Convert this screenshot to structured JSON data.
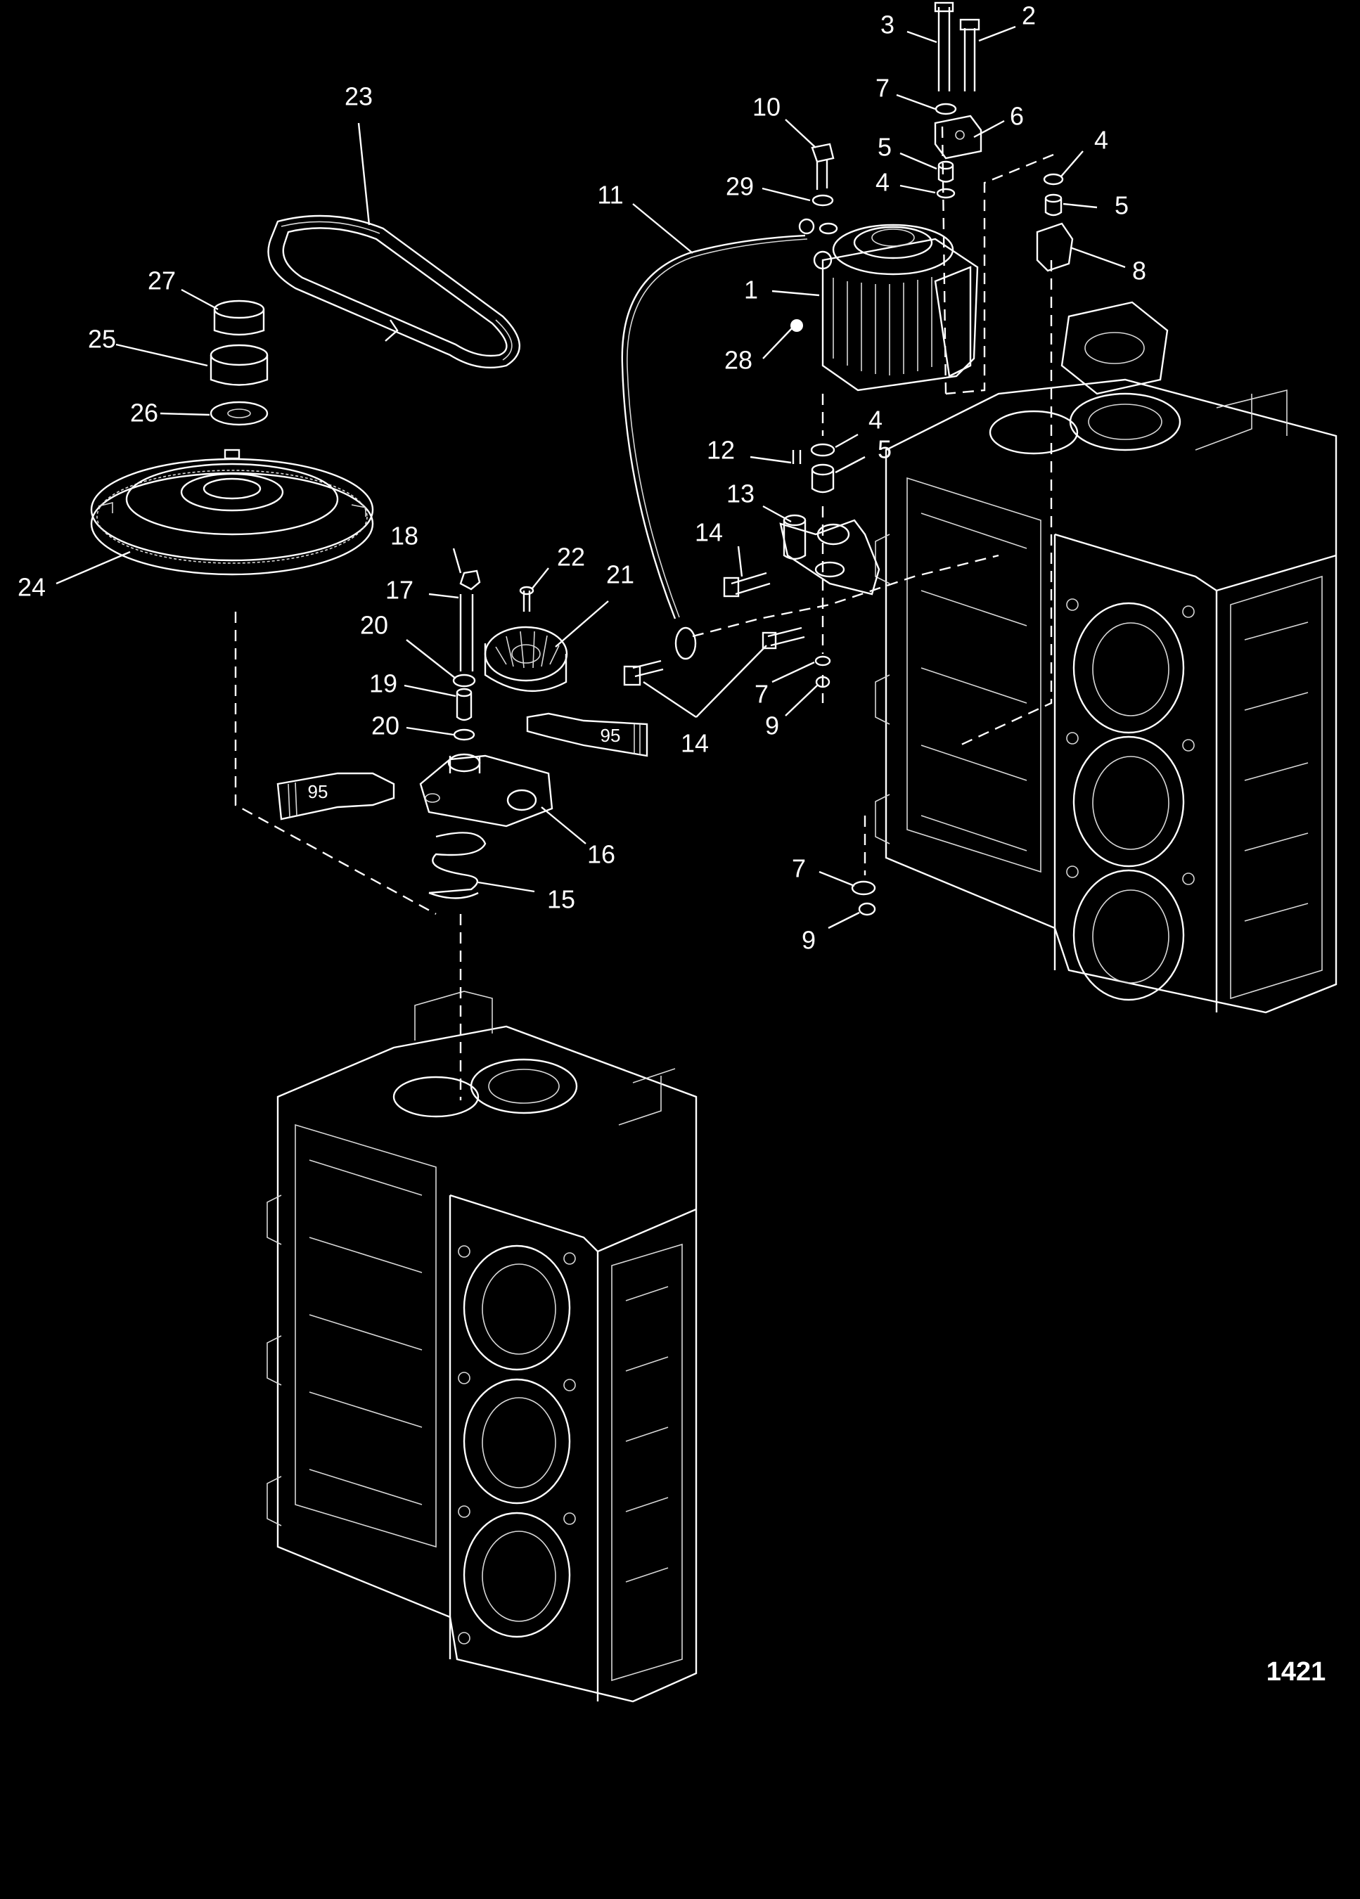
{
  "figure": {
    "number": "1421",
    "tube_label": "95"
  },
  "callouts": [
    {
      "id": "c1",
      "label": "1"
    },
    {
      "id": "c2",
      "label": "2"
    },
    {
      "id": "c3",
      "label": "3"
    },
    {
      "id": "c4a",
      "label": "4"
    },
    {
      "id": "c4b",
      "label": "4"
    },
    {
      "id": "c4c",
      "label": "4"
    },
    {
      "id": "c5a",
      "label": "5"
    },
    {
      "id": "c5b",
      "label": "5"
    },
    {
      "id": "c5c",
      "label": "5"
    },
    {
      "id": "c6",
      "label": "6"
    },
    {
      "id": "c7a",
      "label": "7"
    },
    {
      "id": "c7b",
      "label": "7"
    },
    {
      "id": "c7c",
      "label": "7"
    },
    {
      "id": "c8",
      "label": "8"
    },
    {
      "id": "c9a",
      "label": "9"
    },
    {
      "id": "c9b",
      "label": "9"
    },
    {
      "id": "c10",
      "label": "10"
    },
    {
      "id": "c11",
      "label": "11"
    },
    {
      "id": "c12",
      "label": "12"
    },
    {
      "id": "c13",
      "label": "13"
    },
    {
      "id": "c14a",
      "label": "14"
    },
    {
      "id": "c14b",
      "label": "14"
    },
    {
      "id": "c15",
      "label": "15"
    },
    {
      "id": "c16",
      "label": "16"
    },
    {
      "id": "c17",
      "label": "17"
    },
    {
      "id": "c18",
      "label": "18"
    },
    {
      "id": "c19",
      "label": "19"
    },
    {
      "id": "c20a",
      "label": "20"
    },
    {
      "id": "c20b",
      "label": "20"
    },
    {
      "id": "c21",
      "label": "21"
    },
    {
      "id": "c22",
      "label": "22"
    },
    {
      "id": "c23",
      "label": "23"
    },
    {
      "id": "c24",
      "label": "24"
    },
    {
      "id": "c25",
      "label": "25"
    },
    {
      "id": "c26",
      "label": "26"
    },
    {
      "id": "c27",
      "label": "27"
    },
    {
      "id": "c28",
      "label": "28"
    },
    {
      "id": "c29",
      "label": "29"
    }
  ]
}
